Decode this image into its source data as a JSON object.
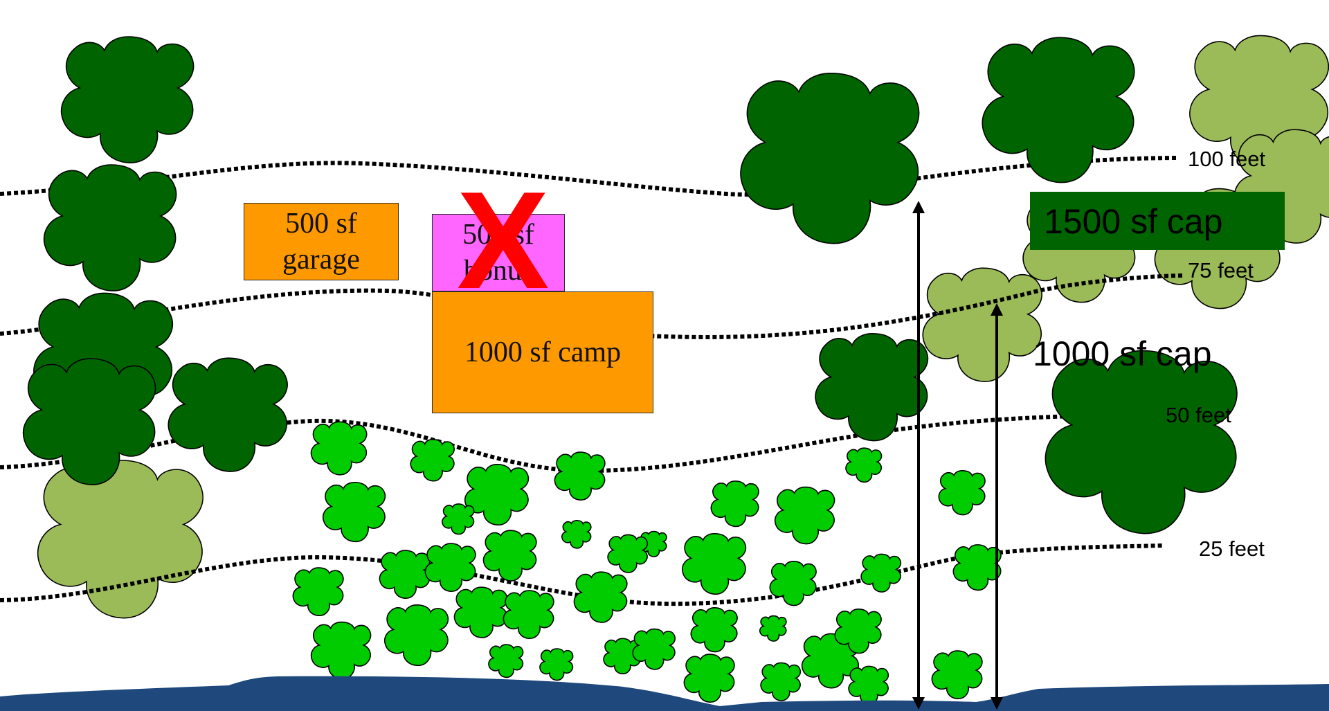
{
  "colors": {
    "dark_tree": "#006400",
    "light_tree": "#9bbb59",
    "shrub": "#00cc00",
    "water": "#1f497d",
    "orange_box": "#ff9900",
    "pink_box": "#ff66ff",
    "x_mark": "#ff0000"
  },
  "boxes": {
    "garage": "500 sf garage",
    "bonus": "500 sf bonus",
    "camp": "1000 sf camp"
  },
  "caps": {
    "upper": "1500 sf cap",
    "lower": "1000 sf cap"
  },
  "contours": {
    "c100": "100 feet",
    "c75": "75 feet",
    "c50": "50 feet",
    "c25": "25 feet"
  },
  "x_mark": "X"
}
